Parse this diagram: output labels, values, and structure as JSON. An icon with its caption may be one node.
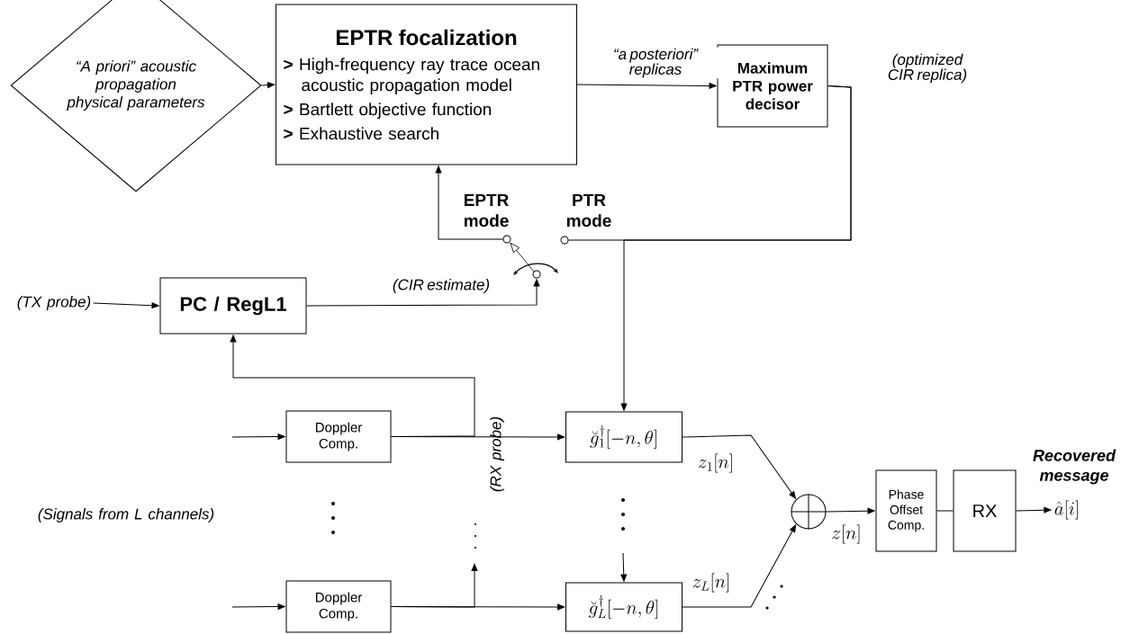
{
  "diagram": {
    "nodes": [
      {
        "text": [
          "“A priori” acoustic propagation physical parameters"
        ]
      },
      {
        "text": [
          "EPTR focalization",
          "**>** High-frequency ray trace ocean acoustic propagation model",
          "**>** Bartlett objective function",
          "**>** Exhaustive search"
        ]
      },
      {
        "text": [
          "Maximum PTR power decisor"
        ]
      },
      {
        "text": [],
        "shape": "circle",
        "beside": [
          "EPTR mode"
        ]
      },
      {
        "text": [],
        "shape": "circle",
        "beside": [
          "PTR mode"
        ]
      },
      {
        "text": [],
        "shape": "circle"
      },
      {
        "text": [
          "(TX probe)"
        ]
      },
      {
        "text": [
          "PC / RegL1"
        ]
      },
      {
        "text": [
          "Doppler Comp."
        ]
      },
      {
        "text": [
          "\\breve{g}_1^{\\dagger}[-n,\\theta]"
        ]
      },
      {
        "text": [
          "Doppler Comp."
        ]
      },
      {
        "text": [
          "\\breve{g}_L^{\\dagger}[-n,\\theta]"
        ]
      },
      {
        "text": [],
        "shape": "circle"
      },
      {
        "text": [
          "Phase Offset Comp."
        ]
      },
      {
        "text": [
          "RX"
        ]
      },
      {
        "text": [
          "\\hat{a}[i]"
        ],
        "beside": [
          "Recovered message"
        ]
      }
    ],
    "edges": [
      {
        "from": 0,
        "to": 1,
        "arrow": "to"
      },
      {
        "from": 1,
        "to": 2,
        "arrow": "to",
        "label": "“a posteriori” replicas"
      },
      {
        "from": 2,
        "to": 4,
        "arrow": "none",
        "label": "(optimized CIR replica)"
      },
      {
        "from": 2,
        "to": 9,
        "arrow": "to"
      },
      {
        "from": 3,
        "to": 1,
        "arrow": "to"
      },
      {
        "from": 6,
        "to": 7,
        "arrow": "to"
      },
      {
        "from": 7,
        "to": 5,
        "arrow": "to",
        "label": "(CIR estimate)"
      },
      {
        "from": null,
        "to": 8,
        "arrow": "to"
      },
      {
        "from": 8,
        "to": 9,
        "arrow": "to"
      },
      {
        "from": 8,
        "to": 7,
        "arrow": "to"
      },
      {
        "from": null,
        "to": 10,
        "arrow": "to"
      },
      {
        "from": 10,
        "to": 11,
        "arrow": "to"
      },
      {
        "from": 10,
        "to": null,
        "arrow": "to"
      },
      {
        "from": null,
        "to": 11,
        "arrow": "to"
      },
      {
        "from": 9,
        "to": 12,
        "arrow": "to",
        "label": "z_{1}[n]"
      },
      {
        "from": 11,
        "to": 12,
        "arrow": "to",
        "label": "z_{L}[n]"
      },
      {
        "from": 12,
        "to": 13,
        "arrow": "to",
        "label": "z[n]"
      },
      {
        "from": 13,
        "to": 14,
        "arrow": "none"
      },
      {
        "from": 14,
        "to": 15,
        "arrow": "to"
      },
      {
        "from": 5,
        "to": 3,
        "arrow": "to"
      }
    ],
    "labels": [
      "(Signals from L channels)",
      "(RX probe)"
    ]
  }
}
